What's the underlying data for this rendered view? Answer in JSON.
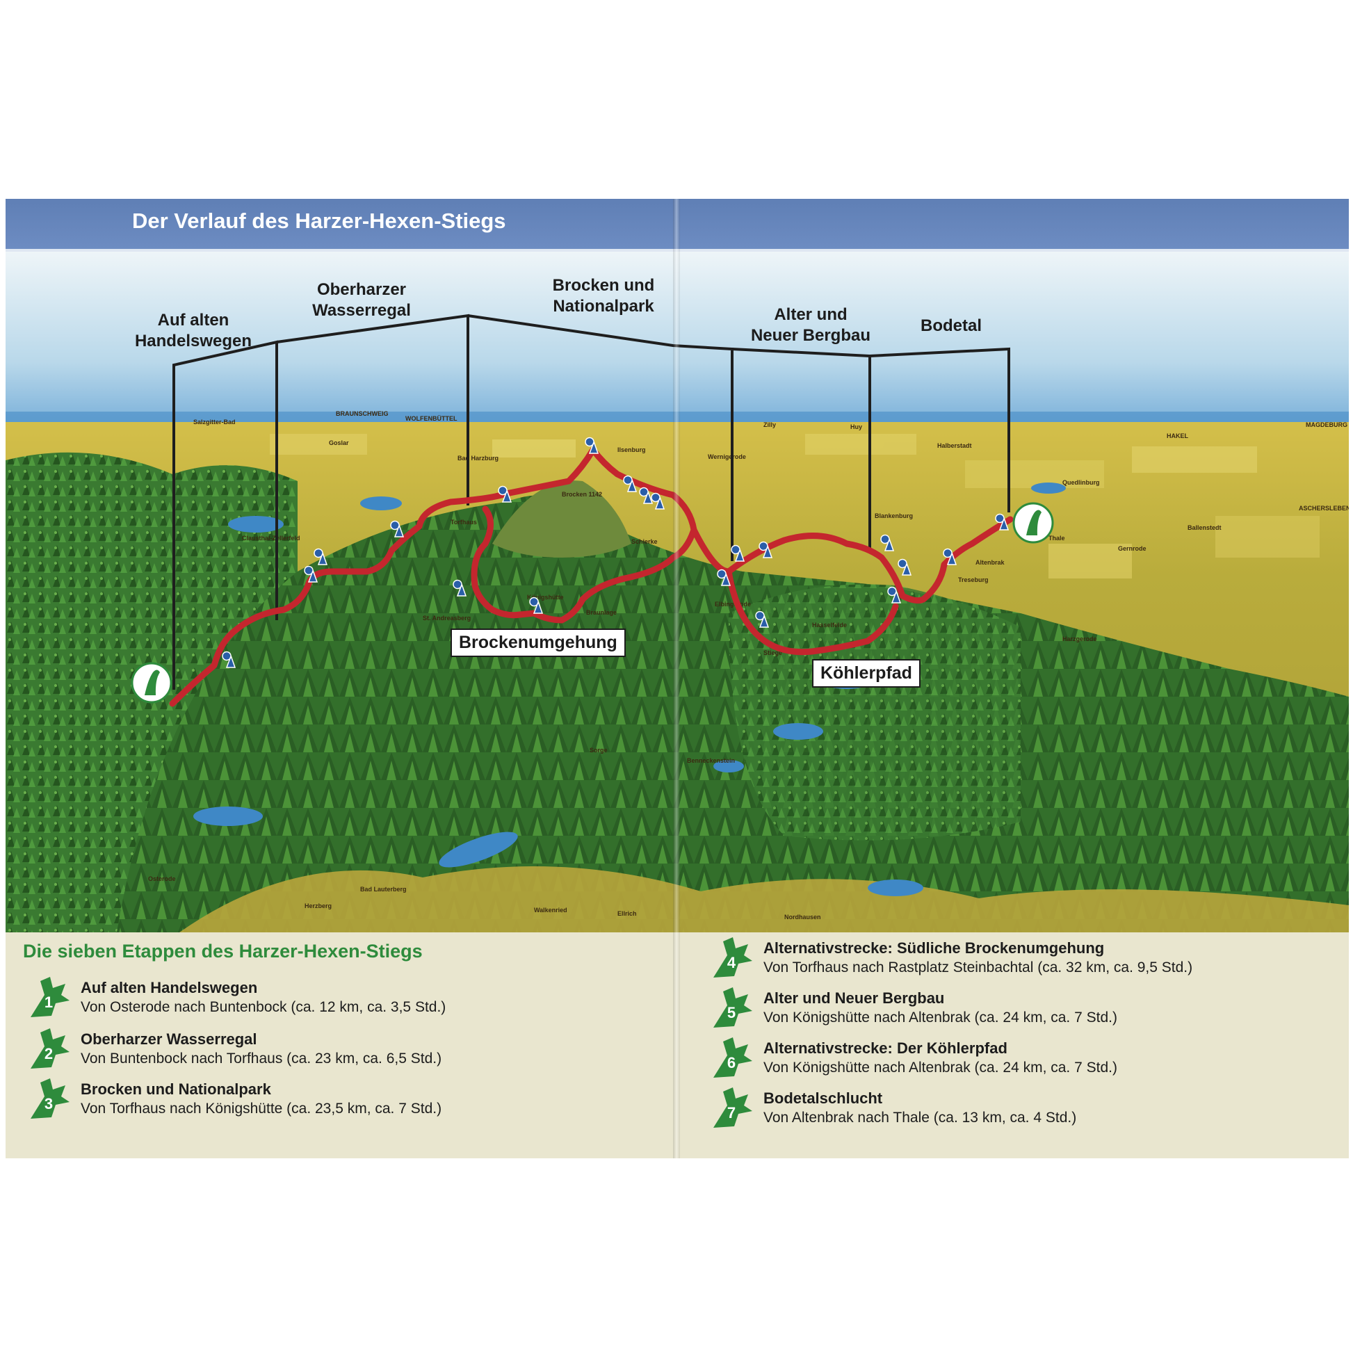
{
  "header": {
    "title": "Der Verlauf des Harzer-Hexen-Stiegs"
  },
  "map": {
    "section_labels": [
      {
        "lines": [
          "Auf alten",
          "Handelswegen"
        ]
      },
      {
        "lines": [
          "Oberharzer",
          "Wasserregal"
        ]
      },
      {
        "lines": [
          "Brocken und",
          "Nationalpark"
        ]
      },
      {
        "lines": [
          "Alter und",
          "Neuer Bergbau"
        ]
      },
      {
        "lines": [
          "Bodetal"
        ]
      }
    ],
    "alternative_labels": [
      "Brockenumgehung",
      "Köhlerpfad"
    ],
    "place_names": [
      "BRAUNSCHWEIG",
      "WOLFENBÜTTEL",
      "Salzgitter-Bad",
      "Goslar",
      "Bad Harzburg",
      "Osterode",
      "Clausthal-Zellerfeld",
      "Torfhaus",
      "Brocken 1142",
      "Schierke",
      "Wernigerode",
      "Halberstadt",
      "Blankenburg",
      "Königshütte",
      "Elbingerode",
      "Altenbrak",
      "Treseburg",
      "Thale",
      "Quedlinburg",
      "Herzberg",
      "Bad Lauterberg",
      "Braunlage",
      "St. Andreasberg",
      "Sorge",
      "Hasselfelde",
      "Stiege",
      "Benneckenstein",
      "Ilsenburg",
      "Zilly",
      "Huy",
      "HAKEL",
      "MAGDEBURG",
      "ASCHERSLEBEN",
      "Ballenstedt",
      "Gernrode",
      "Harzgerode",
      "Nordhausen",
      "Walkenried",
      "Ellrich"
    ],
    "colors": {
      "route": "#c4262e",
      "water": "#3f88c6",
      "forest": "#2f6e2c",
      "fields": "#c9b23a",
      "sky": "#b5d6ea"
    }
  },
  "legend": {
    "title": "Die sieben Etappen des Harzer-Hexen-Stiegs",
    "stages": [
      {
        "number": "1",
        "name": "Auf alten Handelswegen",
        "route": "Von Osterode nach Buntenbock (ca. 12 km, ca. 3,5 Std.)"
      },
      {
        "number": "2",
        "name": "Oberharzer Wasserregal",
        "route": "Von Buntenbock nach Torfhaus (ca. 23 km, ca. 6,5 Std.)"
      },
      {
        "number": "3",
        "name": "Brocken und Nationalpark",
        "route": "Von Torfhaus nach Königshütte (ca. 23,5 km, ca. 7 Std.)"
      },
      {
        "number": "4",
        "name": "Alternativstrecke: Südliche Brockenumgehung",
        "route": "Von Torfhaus nach Rastplatz Steinbachtal (ca. 32 km, ca. 9,5 Std.)"
      },
      {
        "number": "5",
        "name": "Alter und Neuer Bergbau",
        "route": "Von Königshütte nach Altenbrak (ca. 24 km, ca. 7 Std.)"
      },
      {
        "number": "6",
        "name": "Alternativstrecke: Der Köhlerpfad",
        "route": "Von Königshütte nach Altenbrak (ca. 24 km, ca. 7 Std.)"
      },
      {
        "number": "7",
        "name": "Bodetalschlucht",
        "route": "Von Altenbrak nach Thale (ca. 13 km, ca. 4 Std.)"
      }
    ],
    "icon_color": "#2e8b3c"
  }
}
